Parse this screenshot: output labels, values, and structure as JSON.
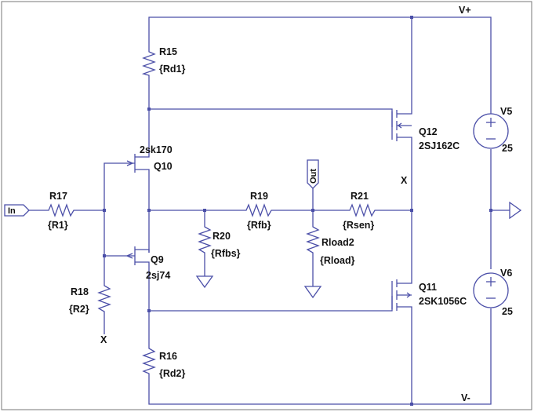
{
  "supply": {
    "positive": "V+",
    "negative": "V-"
  },
  "ports": {
    "input": "In",
    "output": "Out"
  },
  "resistors": {
    "r15": {
      "name": "R15",
      "value": "{Rd1}"
    },
    "r16": {
      "name": "R16",
      "value": "{Rd2}"
    },
    "r17": {
      "name": "R17",
      "value": "{R1}"
    },
    "r18": {
      "name": "R18",
      "value": "{R2}"
    },
    "r19": {
      "name": "R19",
      "value": "{Rfb}"
    },
    "r20": {
      "name": "R20",
      "value": "{Rfbs}"
    },
    "r21": {
      "name": "R21",
      "value": "{Rsen}"
    },
    "rload": {
      "name": "Rload2",
      "value": "{Rload}"
    }
  },
  "transistors": {
    "q10": {
      "name": "Q10",
      "model": "2sk170"
    },
    "q9": {
      "name": "Q9",
      "model": "2sj74"
    },
    "q12": {
      "name": "Q12",
      "model": "2SJ162C"
    },
    "q11": {
      "name": "Q11",
      "model": "2SK1056C"
    }
  },
  "sources": {
    "v5": {
      "name": "V5",
      "value": "25"
    },
    "v6": {
      "name": "V6",
      "value": "25"
    }
  },
  "markers": {
    "no_connect": "X"
  },
  "colors": {
    "wire": "#4b4fa8",
    "text": "#111111",
    "background": "#ffffff"
  }
}
